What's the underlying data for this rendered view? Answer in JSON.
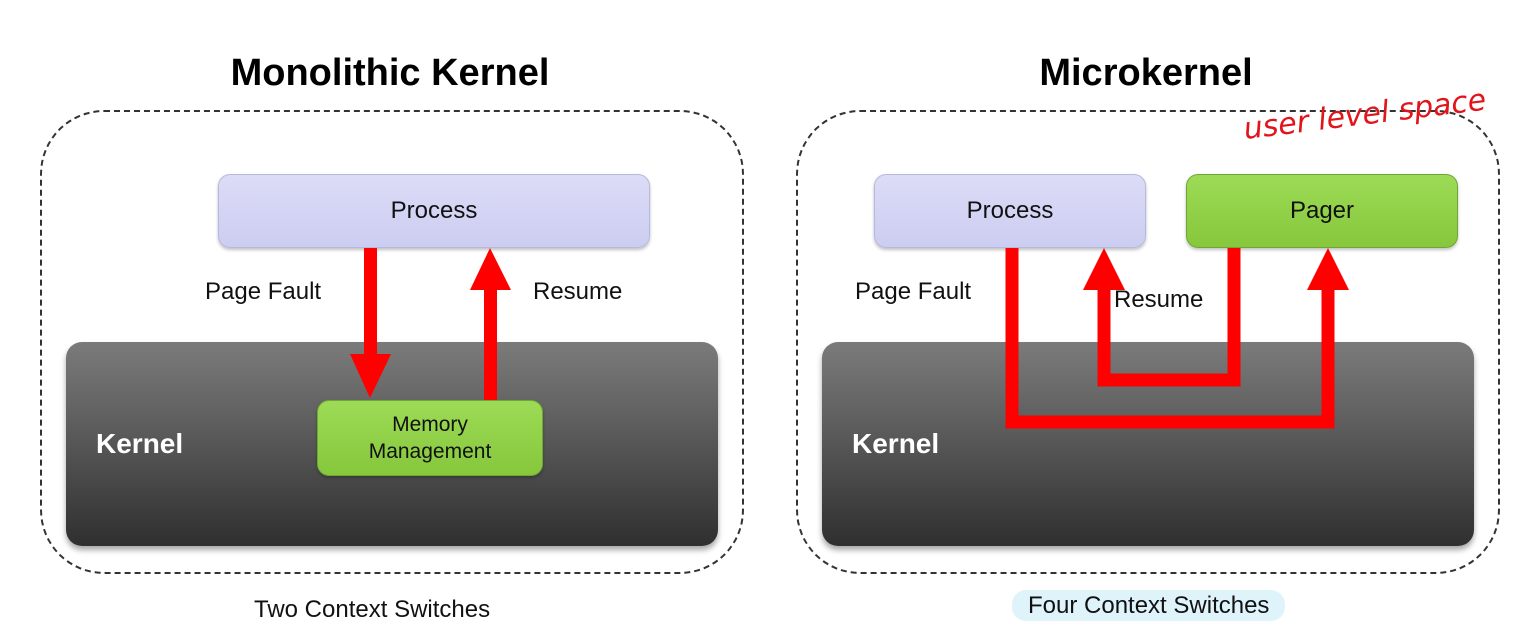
{
  "monolithic": {
    "title": "Monolithic Kernel",
    "process_label": "Process",
    "page_fault_label": "Page Fault",
    "resume_label": "Resume",
    "kernel_label": "Kernel",
    "memory_management_line1": "Memory",
    "memory_management_line2": "Management",
    "caption": "Two Context Switches"
  },
  "microkernel": {
    "title": "Microkernel",
    "process_label": "Process",
    "pager_label": "Pager",
    "page_fault_label": "Page Fault",
    "resume_label": "Resume",
    "kernel_label": "Kernel",
    "annotation": "user level space",
    "caption": "Four Context Switches"
  },
  "colors": {
    "arrow": "#ff0000",
    "process_fill": "#d4d4f5",
    "green_fill": "#8fcf45",
    "annotation": "#e0141a"
  }
}
